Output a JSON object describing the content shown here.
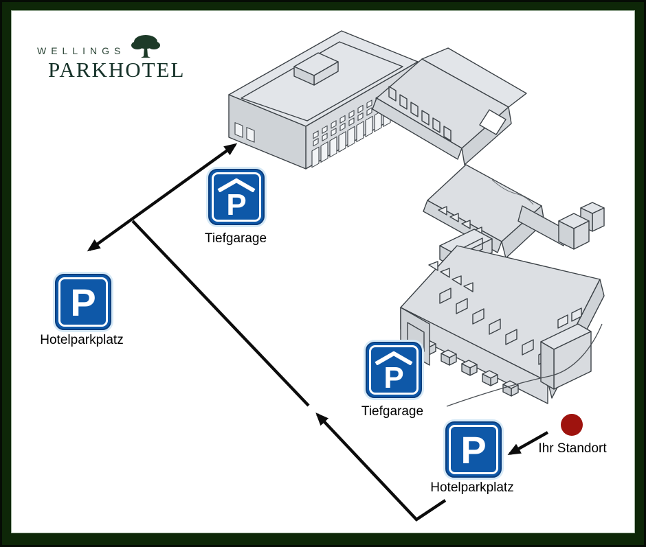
{
  "branding": {
    "name_top": "WELLINGS",
    "name_main": "PARKHOTEL",
    "logo_color": "#1c3a2b",
    "tree_icon": "tree-icon"
  },
  "map": {
    "parking_letter": "P",
    "sign_color": "#0e58a8",
    "frame_color": "#0e2708",
    "building_fill": "#dcdfe3",
    "route_color": "#0c0c0c",
    "signs": [
      {
        "id": "tiefgarage-1",
        "type": "underground-garage",
        "label": "Tiefgarage"
      },
      {
        "id": "hotelparkplatz-1",
        "type": "surface-parking",
        "label": "Hotelparkplatz"
      },
      {
        "id": "tiefgarage-2",
        "type": "underground-garage",
        "label": "Tiefgarage"
      },
      {
        "id": "hotelparkplatz-2",
        "type": "surface-parking",
        "label": "Hotelparkplatz"
      }
    ],
    "location_marker": {
      "label": "Ihr Standort",
      "color": "#9e130e"
    }
  }
}
